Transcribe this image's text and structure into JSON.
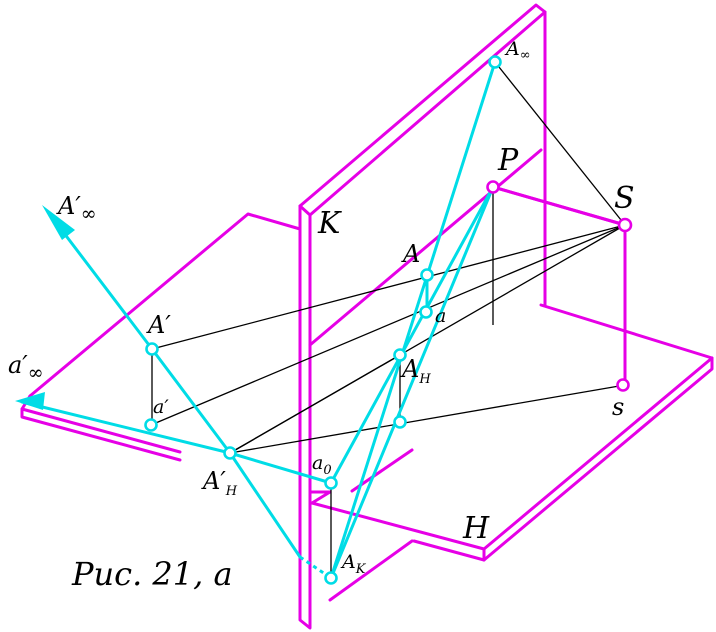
{
  "labels": {
    "K": "K",
    "P": "P",
    "S": "S",
    "H": "H",
    "s": "s",
    "A": "A",
    "a": "a",
    "A_H": "A",
    "A_H_sub": "H",
    "a0": "a",
    "a0_sub": "0",
    "A_K": "A",
    "A_K_sub": "K",
    "A_inf": "A",
    "A_inf_sub": "∞",
    "A_prime": "A′",
    "a_prime": "a′",
    "A_prime_inf": "A′",
    "A_prime_inf_sub": "∞",
    "a_prime_inf": "a′",
    "a_prime_inf_sub": "∞",
    "A_prime_H": "A′",
    "A_prime_H_sub": "H"
  },
  "caption": "Рис. 21, а",
  "colors": {
    "planes": "#e600e6",
    "projection_lines": "#00dce6",
    "rays": "#000000"
  }
}
